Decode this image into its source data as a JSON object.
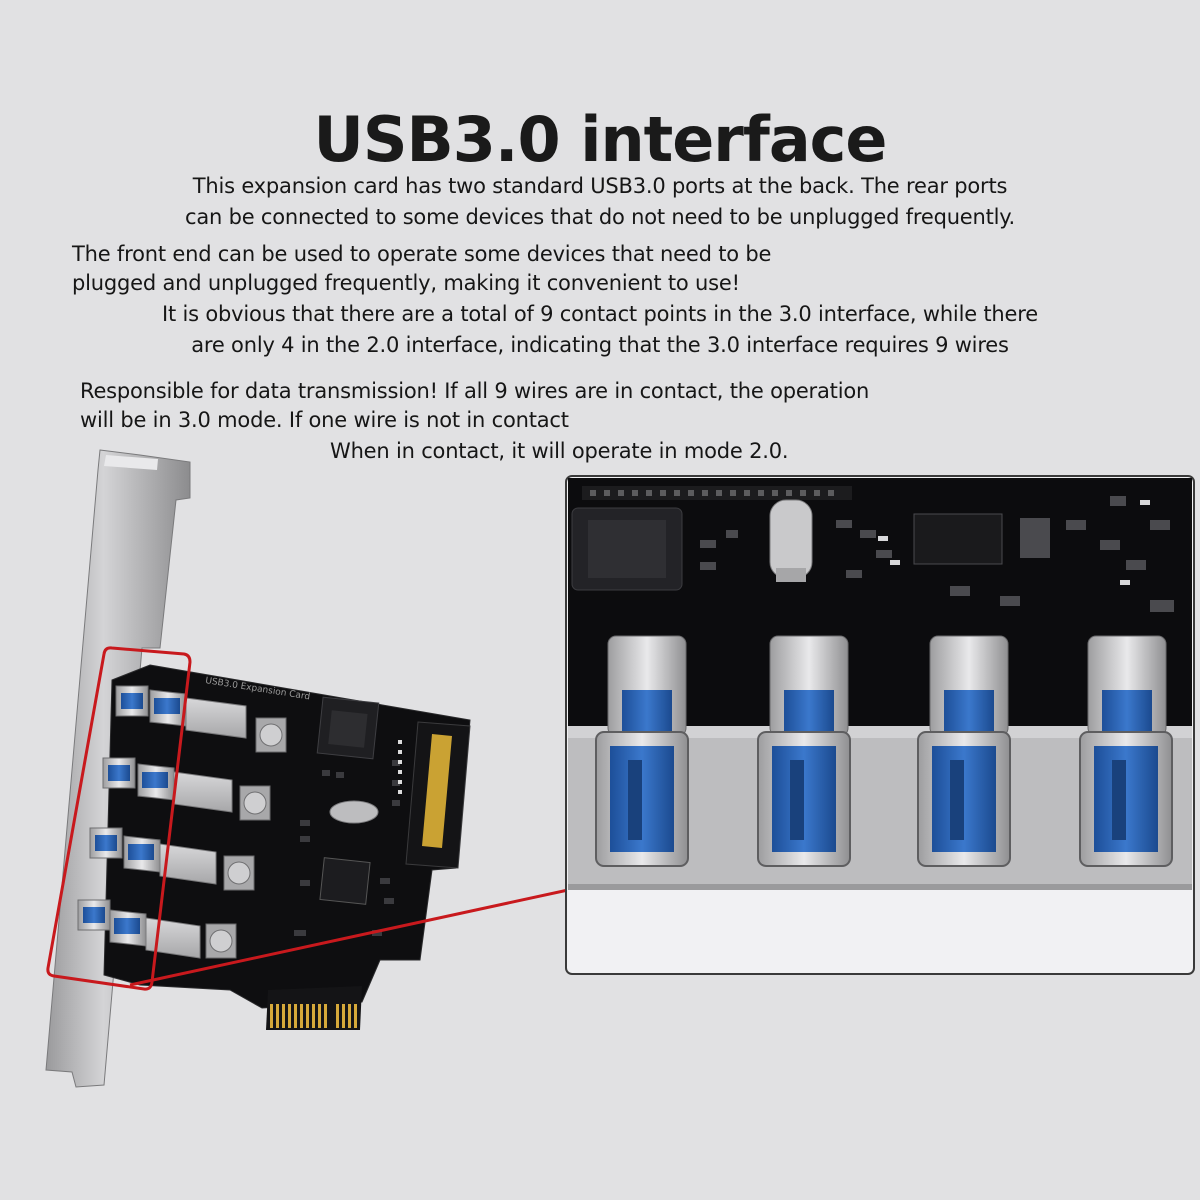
{
  "title": "USB3.0 interface",
  "paragraph1": [
    "This expansion card has two standard USB3.0 ports at the back. The rear ports",
    "can be connected to some devices that do not need to be unplugged frequently."
  ],
  "paragraph2": [
    "The front end can be used to operate some devices that need to be",
    "plugged and unplugged frequently, making it convenient to use!"
  ],
  "paragraph3": [
    "It is obvious that there are a total of 9 contact points in the 3.0 interface, while there",
    "are only 4 in the 2.0 interface, indicating that the 3.0 interface requires 9 wires"
  ],
  "paragraph4": [
    "Responsible for data transmission! If all 9 wires are in contact, the operation",
    "will be in 3.0 mode. If one wire is not in contact",
    "When in contact, it will operate in mode 2.0."
  ],
  "card_silkscreen": "USB3.0 Expansion Card",
  "colors": {
    "background": "#e1e1e3",
    "pcb": "#0d0d0f",
    "usb_blue": "#2a63b5",
    "highlight_red": "#c8191d",
    "gold_contacts": "#c79a2a"
  }
}
